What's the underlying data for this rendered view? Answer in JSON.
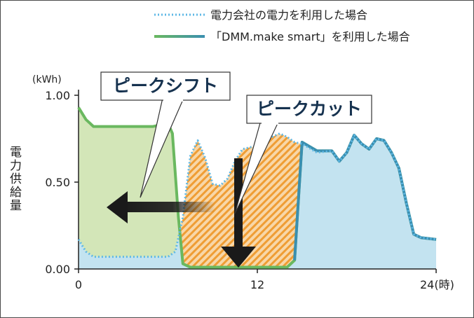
{
  "chart_data": {
    "type": "area",
    "legend": {
      "placement": "top-right",
      "entries": [
        {
          "label": "電力会社の電力を利用した場合",
          "style": "dotted",
          "color": "#5fb8e6"
        },
        {
          "label": "「DMM.make smart」を利用した場合",
          "style": "solid",
          "color_start": "#6ab85f",
          "color_end": "#3a8fb0"
        }
      ]
    },
    "ylabel": "電力供給量",
    "yunit": "(kWh)",
    "xunit": "24(時)",
    "xlim": [
      0,
      24
    ],
    "ylim": [
      0,
      1
    ],
    "yticks": [
      "0.00",
      "0.50",
      "1.00"
    ],
    "xticks": [
      "0",
      "12"
    ],
    "callouts": {
      "shift": "ピークシフト",
      "cut": "ピークカット"
    },
    "series": [
      {
        "name": "電力会社の電力を利用した場合",
        "x": [
          0,
          0.5,
          1,
          2,
          3,
          4,
          5,
          6,
          6.5,
          7,
          7.5,
          8,
          8.5,
          9,
          9.5,
          10,
          10.5,
          11,
          11.5,
          12,
          12.5,
          13,
          13.5,
          14,
          14.5,
          15,
          16,
          17,
          17.5,
          18,
          18.5,
          19,
          19.5,
          20,
          20.5,
          21,
          21.5,
          22,
          22.5,
          23,
          24
        ],
        "values": [
          0.17,
          0.1,
          0.07,
          0.07,
          0.07,
          0.07,
          0.07,
          0.07,
          0.1,
          0.3,
          0.65,
          0.74,
          0.64,
          0.49,
          0.48,
          0.52,
          0.62,
          0.69,
          0.7,
          0.71,
          0.73,
          0.76,
          0.78,
          0.76,
          0.73,
          0.72,
          0.67,
          0.68,
          0.62,
          0.67,
          0.77,
          0.72,
          0.69,
          0.75,
          0.74,
          0.67,
          0.58,
          0.38,
          0.2,
          0.18,
          0.17
        ]
      },
      {
        "name": "「DMM.make smart」を利用した場合",
        "x": [
          0,
          0.5,
          1,
          2,
          3,
          4,
          5,
          5.5,
          6,
          6.3,
          6.7,
          7,
          7.5,
          8,
          9,
          10,
          11,
          12,
          13,
          13.5,
          14,
          14.5,
          15,
          16,
          17,
          17.5,
          18,
          18.5,
          19,
          19.5,
          20,
          20.5,
          21,
          21.5,
          22,
          22.5,
          23,
          24
        ],
        "values": [
          0.93,
          0.86,
          0.82,
          0.82,
          0.82,
          0.82,
          0.82,
          0.83,
          0.84,
          0.78,
          0.3,
          0.03,
          0.01,
          0.01,
          0.01,
          0.01,
          0.01,
          0.01,
          0.01,
          0.01,
          0.01,
          0.05,
          0.73,
          0.68,
          0.68,
          0.62,
          0.67,
          0.77,
          0.72,
          0.69,
          0.75,
          0.74,
          0.67,
          0.58,
          0.38,
          0.2,
          0.18,
          0.17
        ]
      }
    ]
  }
}
